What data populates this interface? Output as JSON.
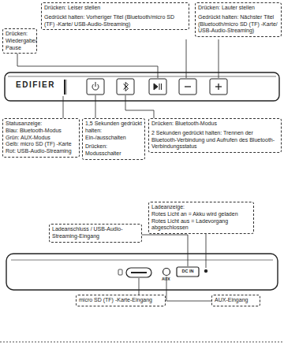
{
  "diagram": {
    "nodes": [
      {
        "text": [
          "Drücken: Wiedergabe/ Pause"
        ]
      },
      {
        "text": [
          "Drücken: Leiser stellen",
          "Gedrückt halten: Vorheriger Titel (Bluetooth/micro SD (TF) -Karte/ USB-Audio-Streaming)"
        ]
      },
      {
        "text": [
          "Drücken: Lauter stellen",
          "Gedrückt halten: Nächster Titel (Bluetooth/micro SD (TF) -Karte/ USB-Audio-Streaming)"
        ]
      },
      {
        "text": [
          "Statusanzeige:",
          "Blau: Bluetooth-Modus",
          "Grün: AUX-Modus",
          "Gelb: micro SD (TF) -Karte",
          "Rot: USB-Audio-Streaming"
        ]
      },
      {
        "text": [
          "1,5 Sekunden gedrückt halten: Ein-/ausschalten",
          "Drücken: Modusschalter"
        ]
      },
      {
        "text": [
          "Drücken: Bluetooth-Modus",
          "2 Sekunden gedrückt halten: Trennen der Bluetooth-Verbindung und Aufrufen des Bluetooth-Verbindungsstatus"
        ]
      },
      {
        "text": [
          "Ladeanzeige:",
          "Rotes Licht an = Akku wird geladen",
          "Rotes Licht aus = Ladevorgang abgeschlossen"
        ]
      },
      {
        "text": [
          "Ladeanschluss / USB-Audio-Streaming-Eingang"
        ]
      },
      {
        "text": [
          "micro SD (TF) -Karte-Eingang"
        ]
      },
      {
        "text": [
          "AUX-Eingang"
        ]
      }
    ],
    "labels": [
      "EDIFIER",
      "AUX",
      "DC IN"
    ]
  }
}
